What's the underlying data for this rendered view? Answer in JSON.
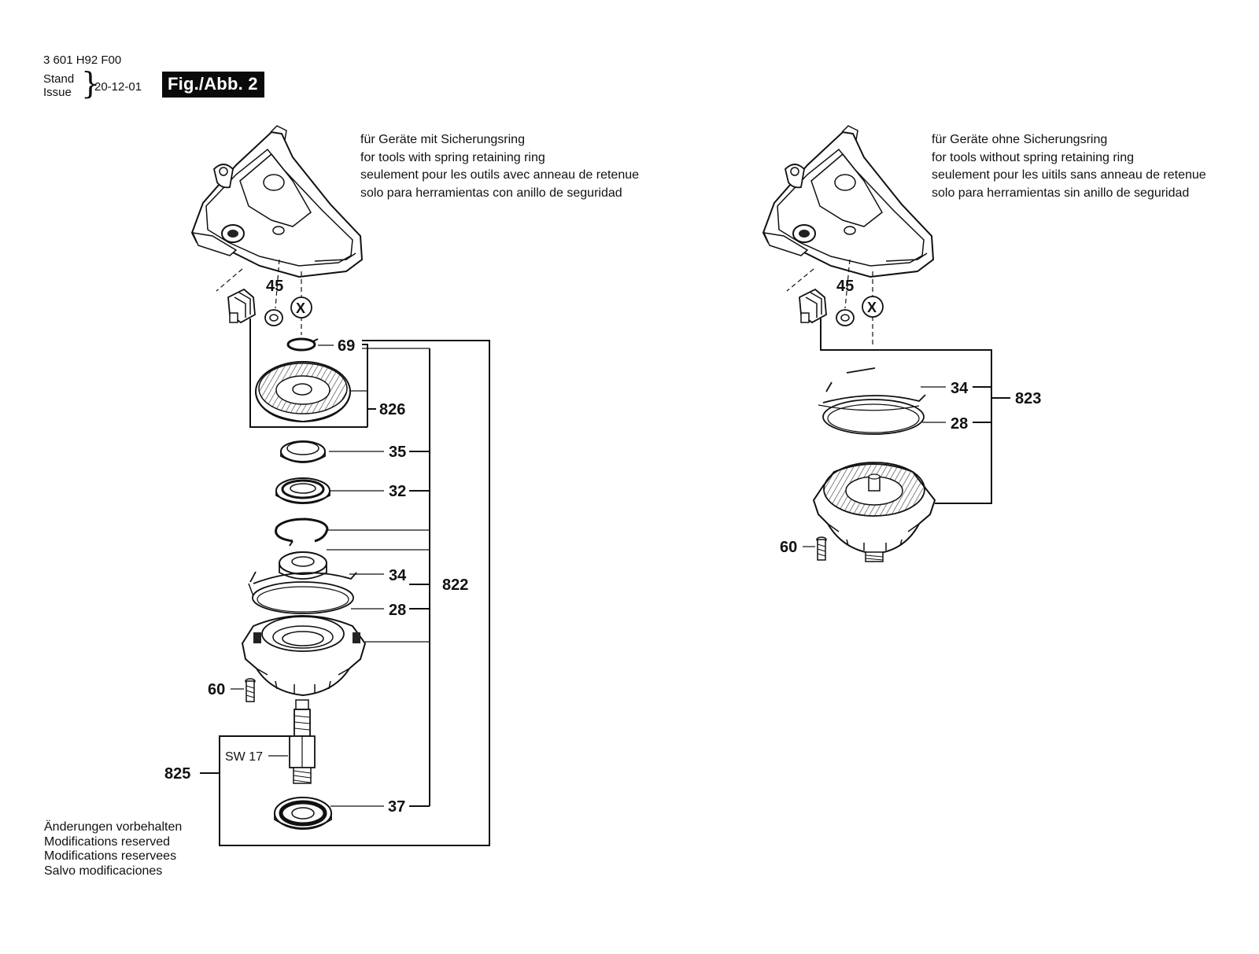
{
  "header": {
    "part_code": "3 601 H92 F00",
    "stand_label": "Stand",
    "issue_label": "Issue",
    "brace": "}",
    "date": "20-12-01",
    "figure_label": "Fig./Abb. 2"
  },
  "left_panel": {
    "note_lines": [
      "für Geräte mit Sicherungsring",
      "for tools with spring retaining ring",
      "seulement pour les outils avec anneau de retenue",
      "solo para herramientas con anillo de seguridad"
    ],
    "callout_x": "X",
    "labels": {
      "p45": "45",
      "p69": "69",
      "p826": "826",
      "p35": "35",
      "p32": "32",
      "p34": "34",
      "p822": "822",
      "p28": "28",
      "p60": "60",
      "sw17": "SW 17",
      "p825": "825",
      "p37": "37"
    }
  },
  "right_panel": {
    "note_lines": [
      "für Geräte ohne Sicherungsring",
      "for tools without spring retaining ring",
      "seulement pour les uitils sans anneau de retenue",
      "solo para herramientas sin anillo de seguridad"
    ],
    "callout_x": "X",
    "labels": {
      "p45": "45",
      "p34": "34",
      "p823": "823",
      "p28": "28",
      "p60": "60"
    }
  },
  "footer": {
    "lines": [
      "Änderungen vorbehalten",
      "Modifications reserved",
      "Modifications reservees",
      "Salvo modificaciones"
    ]
  }
}
